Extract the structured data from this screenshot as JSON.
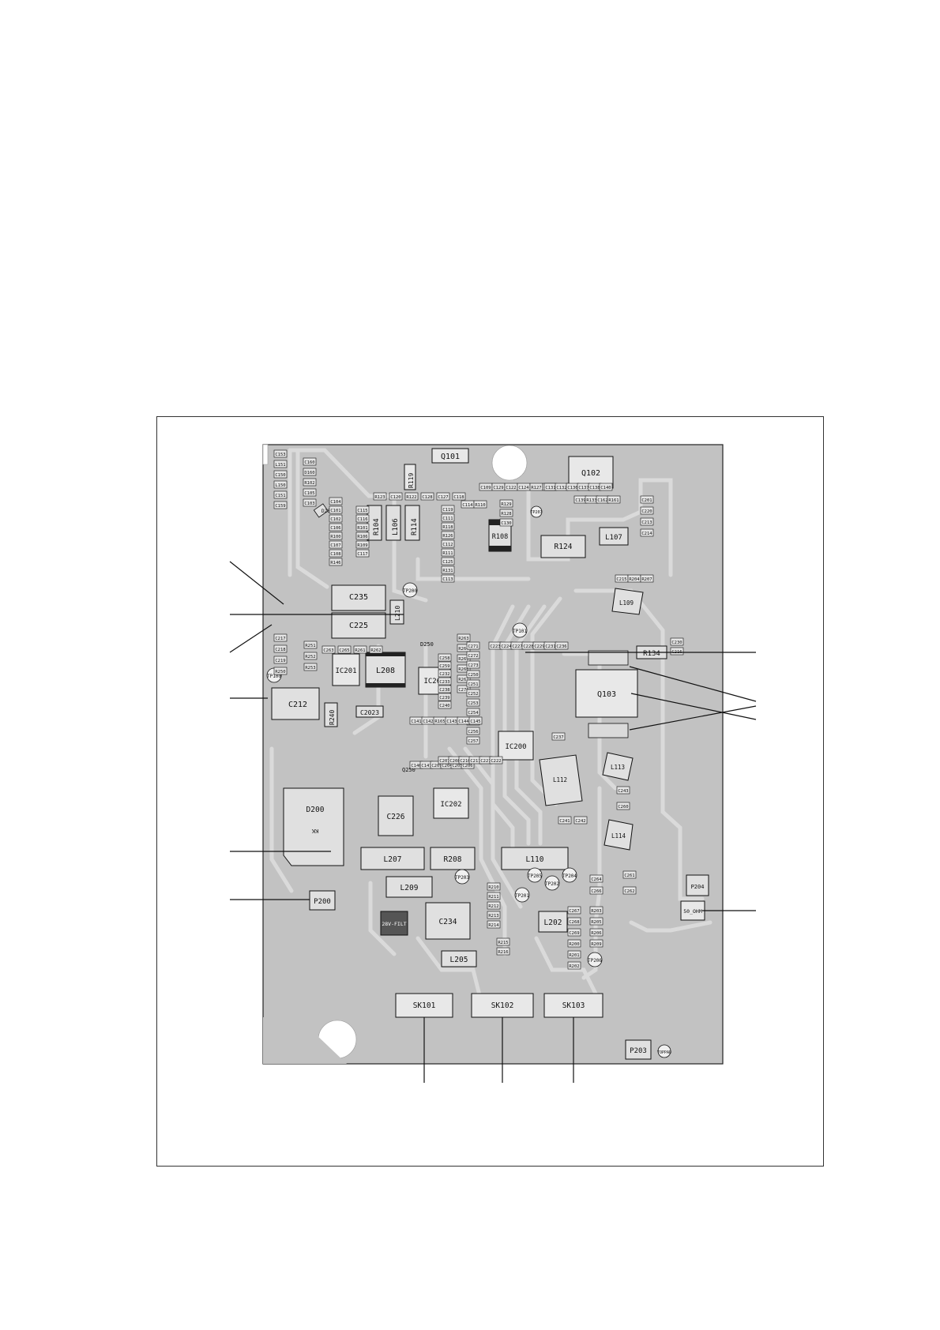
{
  "colors": {
    "board": "#c0c0c0",
    "component": "#e6e6e6",
    "outline": "#1a1a1a",
    "trace": "#d4d4d4",
    "pad": "#f4f4f4"
  },
  "large_components": {
    "q101": "Q101",
    "q102": "Q102",
    "q103": "Q103",
    "r104": "R104",
    "l106": "L106",
    "r114": "R114",
    "r108": "R108",
    "r124": "R124",
    "l107": "L107",
    "l109": "L109",
    "r134": "R134",
    "c235": "C235",
    "c225": "C225",
    "l210": "L210",
    "ic201": "IC201",
    "l208": "L208",
    "ic260": "IC260",
    "ic200": "IC200",
    "c212": "C212",
    "r240": "R240",
    "c202_3": "C2023",
    "l112": "L112",
    "l113": "L113",
    "l114": "L114",
    "ic202": "IC202",
    "c226": "C226",
    "d200": "D200",
    "d200_kk": "KK",
    "l207": "L207",
    "r208": "R208",
    "l110": "L110",
    "l209": "L209",
    "c234": "C234",
    "filt": "28V-FILT",
    "l202": "L202",
    "l205": "L205",
    "p200": "P200",
    "p203": "P203",
    "p204": "P204",
    "ohm": "50_OHM",
    "sk101": "SK101",
    "sk102": "SK102",
    "sk103": "SK103",
    "r119": "R119",
    "d260": "D260",
    "d250": "D250",
    "q250": "Q250"
  },
  "testpoints": {
    "tp100": "TP100",
    "tp101": "TP101",
    "tp200": "TP200",
    "tp201": "TP201",
    "tp202": "TP202",
    "tp203": "TP203",
    "tp204": "TP204",
    "tp205": "TP205",
    "tp206": "TP206",
    "tp207": "TP207",
    "toppad": "TOPPAD"
  },
  "small_refs": [
    "C153",
    "L151",
    "C150",
    "L150",
    "C151",
    "C159",
    "C160",
    "D160",
    "R102",
    "C105",
    "C103",
    "C104",
    "C101",
    "C102",
    "C106",
    "R100",
    "C107",
    "C108",
    "R146",
    "C115",
    "C116",
    "R101",
    "R106",
    "R109",
    "C117",
    "R123",
    "C120",
    "R122",
    "C128",
    "C127",
    "C118",
    "C119",
    "C111",
    "R118",
    "R126",
    "C112",
    "R111",
    "C125",
    "R131",
    "C113",
    "C114",
    "R110",
    "C109",
    "C129",
    "C122",
    "C124",
    "R127",
    "C133",
    "R129",
    "R128",
    "C130",
    "C131",
    "C132",
    "C136",
    "C137",
    "C138",
    "C140",
    "C139",
    "R133",
    "C162",
    "R161",
    "C201",
    "C220",
    "C213",
    "C214",
    "C215",
    "R204",
    "R207",
    "C230",
    "C216",
    "C217",
    "C218",
    "C219",
    "R250",
    "R251",
    "R252",
    "R253",
    "C263",
    "C265",
    "R261",
    "R262",
    "R263",
    "R264",
    "R265",
    "R266",
    "R267",
    "C270",
    "C271",
    "C272",
    "C273",
    "C250",
    "C251",
    "C252",
    "C253",
    "C254",
    "C255",
    "C256",
    "C257",
    "C258",
    "C259",
    "C232",
    "C233",
    "C238",
    "C239",
    "C240",
    "C141",
    "C142",
    "R165",
    "C143",
    "C144",
    "C145",
    "C146",
    "C147",
    "C209",
    "C204",
    "C205",
    "C206",
    "C207",
    "C208",
    "C210",
    "C211",
    "C221",
    "C222",
    "C223",
    "C224",
    "C227",
    "C228",
    "C229",
    "C231",
    "C236",
    "C237",
    "C241",
    "C242",
    "C243",
    "C260",
    "C261",
    "C262",
    "C264",
    "C266",
    "C267",
    "C268",
    "C269",
    "R200",
    "R201",
    "R202",
    "R203",
    "R205",
    "R206",
    "R209",
    "R210",
    "R211",
    "R212",
    "R213",
    "R214",
    "R215",
    "R216"
  ]
}
